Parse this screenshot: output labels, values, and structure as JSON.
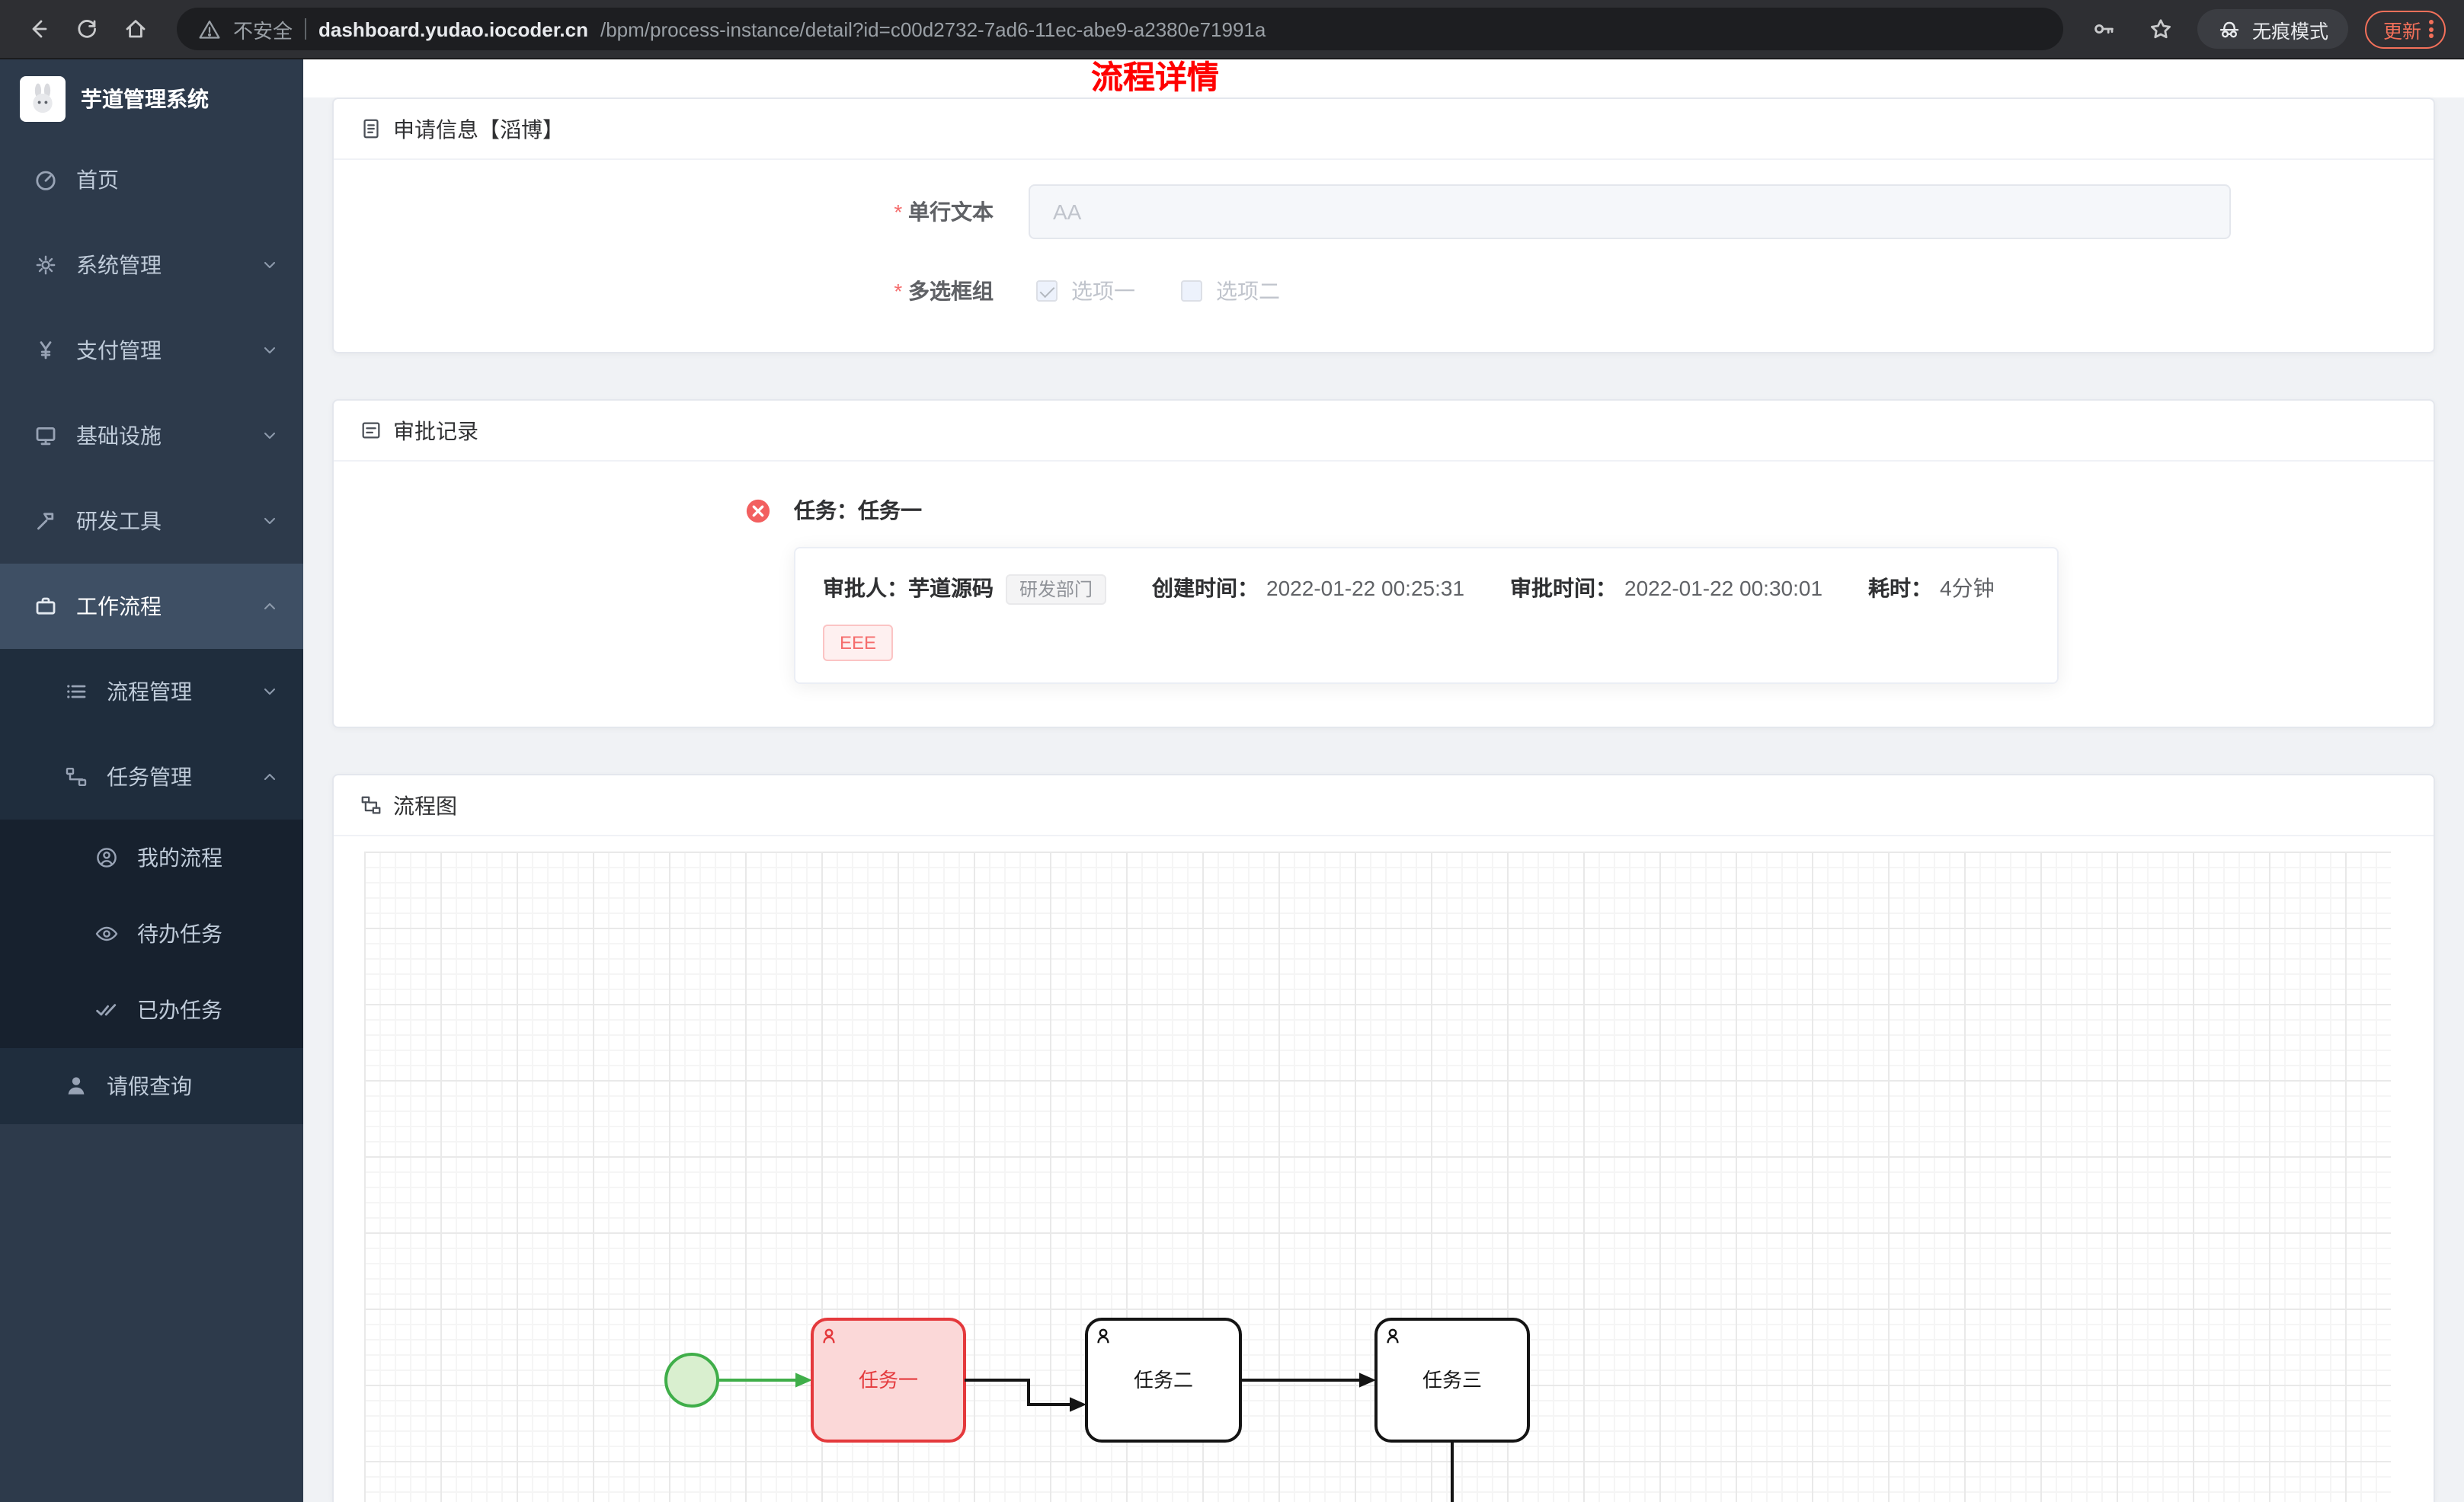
{
  "colors": {
    "page_title_red": "#ff0000",
    "danger": "#f56c6c",
    "rejected_node_border": "#e4393c",
    "rejected_node_fill": "#fbd8d8",
    "start_event_green": "#3fae49",
    "sidebar_bg": "#2d3a4b",
    "sidebar_submenu_bg": "#1f2d3d",
    "update_pill": "#f3705a"
  },
  "browser": {
    "not_secure_label": "不安全",
    "url_host": "dashboard.yudao.iocoder.cn",
    "url_path": "/bpm/process-instance/detail?id=c00d2732-7ad6-11ec-abe9-a2380e71991a",
    "incognito_label": "无痕模式",
    "update_label": "更新"
  },
  "sidebar": {
    "app_title": "芋道管理系统",
    "items": [
      {
        "label": "首页"
      },
      {
        "label": "系统管理"
      },
      {
        "label": "支付管理"
      },
      {
        "label": "基础设施"
      },
      {
        "label": "研发工具"
      },
      {
        "label": "工作流程"
      }
    ],
    "workflow_children": [
      {
        "label": "流程管理"
      },
      {
        "label": "任务管理"
      }
    ],
    "task_children": [
      {
        "label": "我的流程"
      },
      {
        "label": "待办任务"
      },
      {
        "label": "已办任务"
      }
    ],
    "leave_label": "请假查询"
  },
  "main": {
    "page_title": "流程详情",
    "apply_card": {
      "title": "申请信息【滔博】",
      "text_field": {
        "label": "单行文本",
        "required": true,
        "value": "AA"
      },
      "checkbox_field": {
        "label": "多选框组",
        "required": true,
        "options": [
          {
            "label": "选项一",
            "checked": true
          },
          {
            "label": "选项二",
            "checked": false
          }
        ]
      }
    },
    "approval_card": {
      "title": "审批记录",
      "task_title": "任务：任务一",
      "approver_label": "审批人：",
      "approver_name": "芋道源码",
      "dept_tag": "研发部门",
      "created_label": "创建时间：",
      "created_time": "2022-01-22 00:25:31",
      "approved_label": "审批时间：",
      "approved_time": "2022-01-22 00:30:01",
      "duration_label": "耗时：",
      "duration_value": "4分钟",
      "comment_tag": "EEE"
    },
    "diagram_card": {
      "title": "流程图",
      "nodes": [
        {
          "label": "任务一",
          "state": "rejected"
        },
        {
          "label": "任务二",
          "state": "normal"
        },
        {
          "label": "任务三",
          "state": "normal"
        }
      ]
    }
  }
}
